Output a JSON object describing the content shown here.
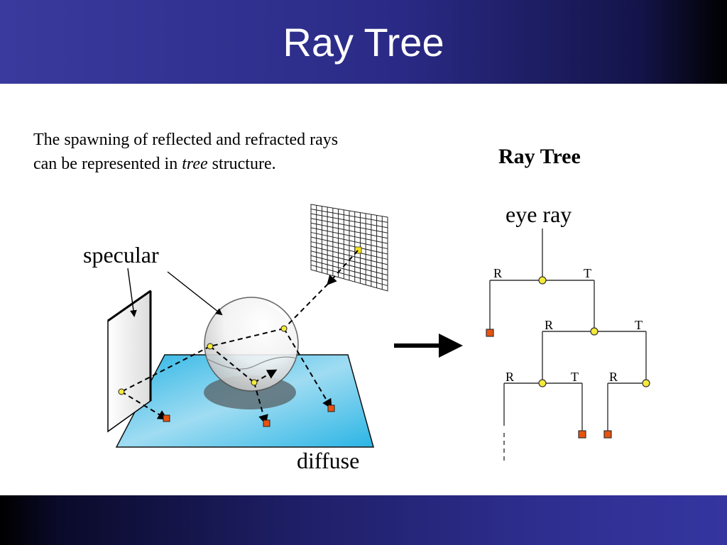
{
  "slide": {
    "title": "Ray Tree"
  },
  "intro": {
    "line1": "The spawning of reflected and refracted rays",
    "line2_start": "can be represented in ",
    "line2_em": "tree",
    "line2_end": " structure."
  },
  "scene": {
    "specular_label": "specular",
    "diffuse_label": "diffuse"
  },
  "tree": {
    "title": "Ray Tree",
    "root_label": "eye ray",
    "labels": {
      "l1_r": "R",
      "l1_t": "T",
      "l2_r": "R",
      "l2_t": "T",
      "l3a_r": "R",
      "l3a_t": "T",
      "l3b_r": "R"
    }
  },
  "colors": {
    "header_blue": "#2e2e90",
    "floor_cyan": "#29b8e6",
    "node_yellow": "#f5e93a",
    "leaf_orange": "#e8520f"
  }
}
